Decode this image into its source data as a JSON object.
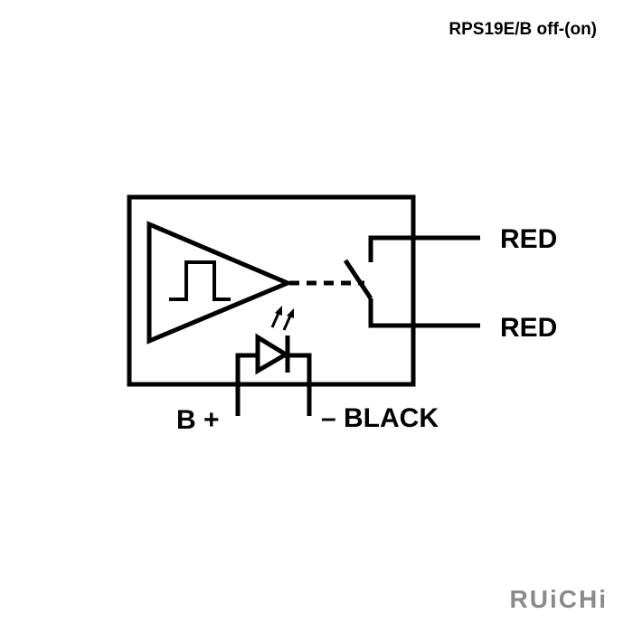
{
  "header": {
    "model_title": "RPS19E/B off-(on)"
  },
  "labels": {
    "red_top": "RED",
    "red_bottom": "RED",
    "b_plus": "B +",
    "minus_black": "– BLACK"
  },
  "brand": {
    "logo_text": "RUiCHi"
  },
  "icons": {
    "amplifier": "triangle-amplifier-icon",
    "pulse": "square-pulse-icon",
    "led": "led-diode-icon",
    "switch": "reed-switch-icon"
  },
  "colors": {
    "line": "#000000",
    "logo": "#8a8a8a"
  }
}
